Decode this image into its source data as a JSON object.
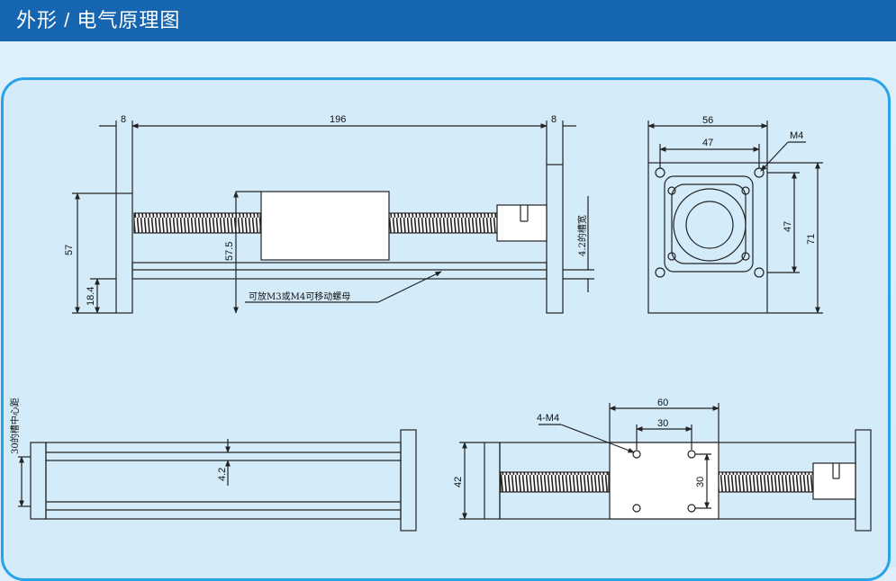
{
  "header": {
    "title": "外形 / 电气原理图"
  },
  "colors": {
    "header": "#1565b0",
    "panel_border": "#2aa3e6",
    "panel_bg": "#d4ecf9",
    "line": "#222222"
  },
  "side_view": {
    "dim_left": "8",
    "dim_length": "196",
    "dim_right": "8",
    "dim_height": "57",
    "dim_carriage": "57.5",
    "dim_base": "18.4",
    "dim_slot": "4.2的槽宽",
    "note": "可放M3或M4可移动螺母"
  },
  "end_view": {
    "dim_width": "56",
    "dim_holes": "47",
    "hole_label": "M4",
    "dim_vholes": "47",
    "dim_height": "71"
  },
  "bottom_view": {
    "dim_slot_center": "30的槽中心距",
    "dim_slot": "4.2"
  },
  "top_view": {
    "dim_plate": "60",
    "dim_holes_x": "30",
    "dim_holes_y": "30",
    "dim_height": "42",
    "hole_label": "4-M4"
  }
}
